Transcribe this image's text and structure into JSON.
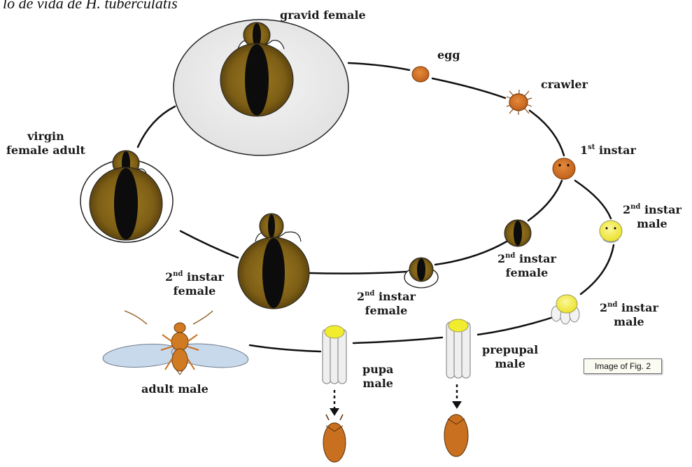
{
  "title": "lo de vida de H. tuberculatis",
  "tooltip": "Image of Fig. 2",
  "labels": {
    "gravid_female": "gravid  female",
    "egg": "egg",
    "crawler": "crawler",
    "first_instar": {
      "num": "1",
      "sup": "st",
      "rest": " instar"
    },
    "second_instar_male_1": {
      "num": "2",
      "sup": "nd",
      "rest": " instar",
      "line2": "male"
    },
    "second_instar_female_a": {
      "num": "2",
      "sup": "nd",
      "rest": " instar",
      "line2": "female"
    },
    "second_instar_female_b": {
      "num": "2",
      "sup": "nd",
      "rest": " instar",
      "line2": "female"
    },
    "second_instar_female_c": {
      "num": "2",
      "sup": "nd",
      "rest": " instar",
      "line2": "female"
    },
    "second_instar_male_2": {
      "num": "2",
      "sup": "nd",
      "rest": " instar",
      "line2": "male"
    },
    "virgin_female": {
      "line1": "virgin",
      "line2": "female  adult"
    },
    "pupa_male": {
      "line1": "pupa",
      "line2": "male"
    },
    "prepupal_male": {
      "line1": "prepupal",
      "line2": "male"
    },
    "adult_male": "adult male"
  },
  "colors": {
    "scale_brown": "#8b6b1c",
    "scale_dark": "#0c0c0c",
    "orange": "#d2691e",
    "yellow": "#f3ef3a",
    "wax": "#efefef",
    "wing": "#c9d9ec"
  }
}
